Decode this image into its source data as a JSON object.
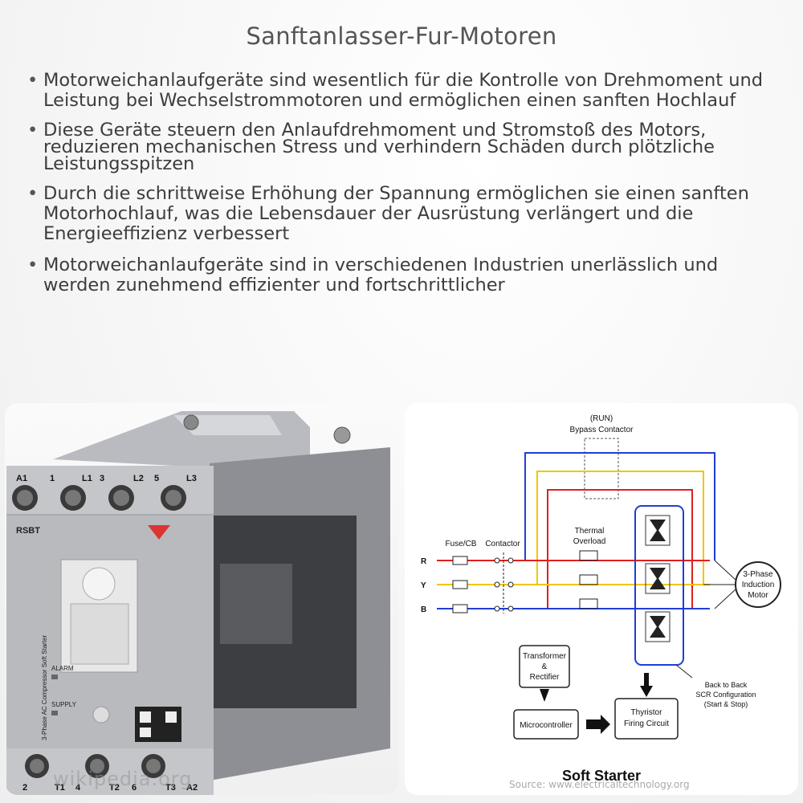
{
  "title": "Sanftanlasser-Fur-Motoren",
  "bullets": [
    "Motorweichanlaufgeräte sind wesentlich für die Kontrolle von Drehmoment und Leistung bei Wechselstrommotoren und ermöglichen einen sanften Hochlauf",
    "Diese Geräte steuern den Anlaufdrehmoment und Stromstoß des Motors, reduzieren mechanischen Stress und verhindern Schäden durch plötzliche Leistungsspitzen",
    "Durch die schrittweise Erhöhung der Spannung ermöglichen sie einen sanften Motorhochlauf, was die Lebensdauer der Ausrüstung verlängert und die Energieeffizienz verbessert",
    "Motorweichanlaufgeräte sind in verschiedenen Industrien unerlässlich und werden zunehmend effizienter und fortschrittlicher"
  ],
  "photo": {
    "model": "RSBT",
    "side_text": "3-Phase AC Compressor Soft Starter",
    "alarm": "ALARM",
    "supply": "SUPPLY",
    "terminals_top": [
      "A1",
      "1",
      "L1",
      "3",
      "L2",
      "5",
      "L3"
    ],
    "terminals_bottom": [
      "2",
      "T1",
      "4",
      "T2",
      "6",
      "T3",
      "A2"
    ],
    "watermark": "wikipedia.org"
  },
  "diagram": {
    "run": "(RUN)",
    "bypass": "Bypass Contactor",
    "fuse": "Fuse/CB",
    "contactor": "Contactor",
    "thermal1": "Thermal",
    "thermal2": "Overload",
    "phase_r": "R",
    "phase_y": "Y",
    "phase_b": "B",
    "motor1": "3-Phase",
    "motor2": "Induction",
    "motor3": "Motor",
    "transformer1": "Transformer",
    "transformer2": "&",
    "transformer3": "Rectifier",
    "micro": "Microcontroller",
    "firing1": "Thyristor",
    "firing2": "Firing Circuit",
    "scr1": "Back to Back",
    "scr2": "SCR Configuration",
    "scr3": "(Start & Stop)",
    "caption": "Soft Starter",
    "source": "Source: www.electricaltechnology.org",
    "colors": {
      "r": "#e02020",
      "y": "#f2c500",
      "b": "#1f3ed6",
      "box": "#1f3ed6"
    }
  }
}
